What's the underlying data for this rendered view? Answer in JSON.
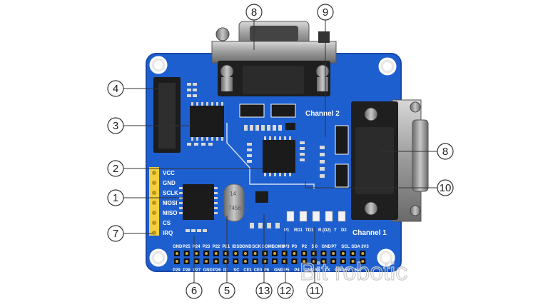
{
  "board": {
    "channel2": "Channel 2",
    "channel1": "Channel 1",
    "pin_labels": [
      "VCC",
      "GND",
      "SCLK",
      "MOSI",
      "MISO",
      "CS",
      "IRQ"
    ],
    "top_header_labels": [
      "GND",
      "P25",
      "P24",
      "P23",
      "P22",
      "P21",
      "IDSD",
      "GND",
      "SCK",
      "SOMI",
      "SOMO",
      "3V3",
      "P3",
      "P2",
      "5 0",
      "GND",
      "P7",
      "SCL",
      "SDA",
      "3V3"
    ],
    "bottom_header_labels": [
      "P29",
      "P28",
      "P27",
      "GND",
      "P26",
      "ID",
      "SC",
      "CE1",
      "CE0",
      "P6",
      "GND",
      "P5",
      "P4",
      "GND",
      "RX",
      "TX",
      "GND",
      "5V",
      "5V"
    ],
    "chip_marks": [
      "14",
      "7456"
    ],
    "led_labels": [
      "P1",
      "RD1",
      "TD1",
      "R (D2)",
      "T",
      "D2"
    ],
    "watermark": "Bit robotic"
  },
  "callouts": [
    {
      "label": "1"
    },
    {
      "label": "2"
    },
    {
      "label": "3"
    },
    {
      "label": "4"
    },
    {
      "label": "5"
    },
    {
      "label": "6"
    },
    {
      "label": "7"
    },
    {
      "label": "8"
    },
    {
      "label": "8"
    },
    {
      "label": "9"
    },
    {
      "label": "10"
    },
    {
      "label": "11"
    },
    {
      "label": "12"
    },
    {
      "label": "13"
    }
  ]
}
